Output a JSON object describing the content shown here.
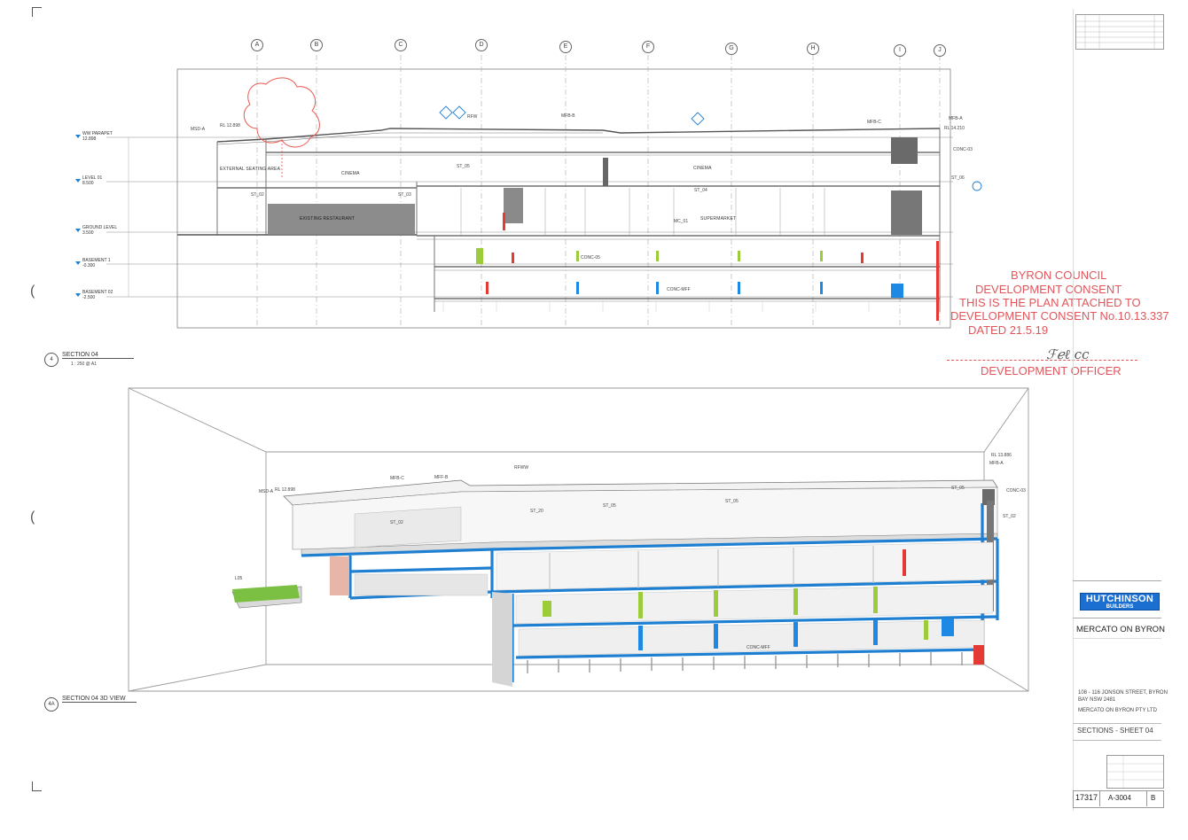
{
  "grid_labels": [
    "A",
    "B",
    "C",
    "D",
    "E",
    "F",
    "G",
    "H",
    "I",
    "J"
  ],
  "levels": [
    {
      "name": "WW PARAPET",
      "rl": "12.898"
    },
    {
      "name": "LEVEL 01",
      "rl": "8.500"
    },
    {
      "name": "GROUND LEVEL",
      "rl": "3.500"
    },
    {
      "name": "BASEMENT 1",
      "rl": "-0.300"
    },
    {
      "name": "BASEMENT 02",
      "rl": "-2.500"
    }
  ],
  "section_rooms": {
    "cinema_left": "CINEMA",
    "cinema_right": "CINEMA",
    "external_seating": "EXTERNAL SEATING AREA",
    "existing_restaurant": "EXISTING RESTAURANT",
    "supermarket": "SUPERMARKET"
  },
  "section_tags": {
    "rl_left": "RL 12.898",
    "rl_right": "RL 14.210",
    "msd_a": "MSD-A",
    "mfb_b": "MFB-B",
    "mfb_c": "MFB-C",
    "mfb_a": "MFB-A",
    "conc_03": "CONC-03",
    "st_05": "ST_05",
    "st_03": "ST_03",
    "st_02": "ST_02",
    "st_04": "ST_04",
    "conc_05": "CONC-05",
    "conc_mff": "CONC-MFF",
    "rfw": "RFW",
    "st_06": "ST_06",
    "mc_01": "MC_01"
  },
  "section_title": {
    "label": "SECTION 04",
    "scale": "1 : 250 @ A1",
    "ref": "4",
    "sheet": "A-3004"
  },
  "view3d_title": {
    "label": "SECTION 04 3D VIEW",
    "ref": "4A",
    "sheet": "A-3004"
  },
  "view3d_tags": {
    "rl_left": "RL 12.898",
    "rl_right": "RL 13.886",
    "msd_a": "MSD-A",
    "mfb_c": "MFB-C",
    "mff": "MFF-B",
    "rfw": "RFWW",
    "mfb_a": "MFB-A",
    "conc_03": "CONC-03",
    "st_05a": "ST_05",
    "st_05b": "ST_05",
    "st_05c": "ST_05",
    "st_02": "ST_02",
    "st_20": "ST_20",
    "st_02b": "ST_02",
    "ls": "L05",
    "conc": "CONC-MFF"
  },
  "stamp": {
    "line1": "BYRON COUNCIL",
    "line2": "DEVELOPMENT CONSENT",
    "line3": "THIS IS THE PLAN ATTACHED TO",
    "line4": "DEVELOPMENT CONSENT No.10.13.337",
    "line5": "DATED 21.5.19",
    "line6": "DEVELOPMENT OFFICER"
  },
  "title_block": {
    "company": "HUTCHINSON",
    "company_sub": "BUILDERS",
    "project": "MERCATO ON BYRON",
    "address1": "108 - 116 JONSON STREET, BYRON",
    "address2": "BAY  NSW 2481",
    "client": "MERCATO ON BYRON PTY LTD",
    "drawing_title": "SECTIONS - SHEET 04",
    "job_no": "17317",
    "drawing_no": "A-3004",
    "revision": "B"
  },
  "colors": {
    "stamp_red": "#e0565b",
    "slab_blue": "#1f7fd1",
    "bubble_red": "#e8584f",
    "column_green": "#9ccc3a",
    "column_red": "#e53935",
    "column_blue": "#1e88e5",
    "restaurant_grey": "#8c8c8c",
    "dark_core": "#555555"
  }
}
